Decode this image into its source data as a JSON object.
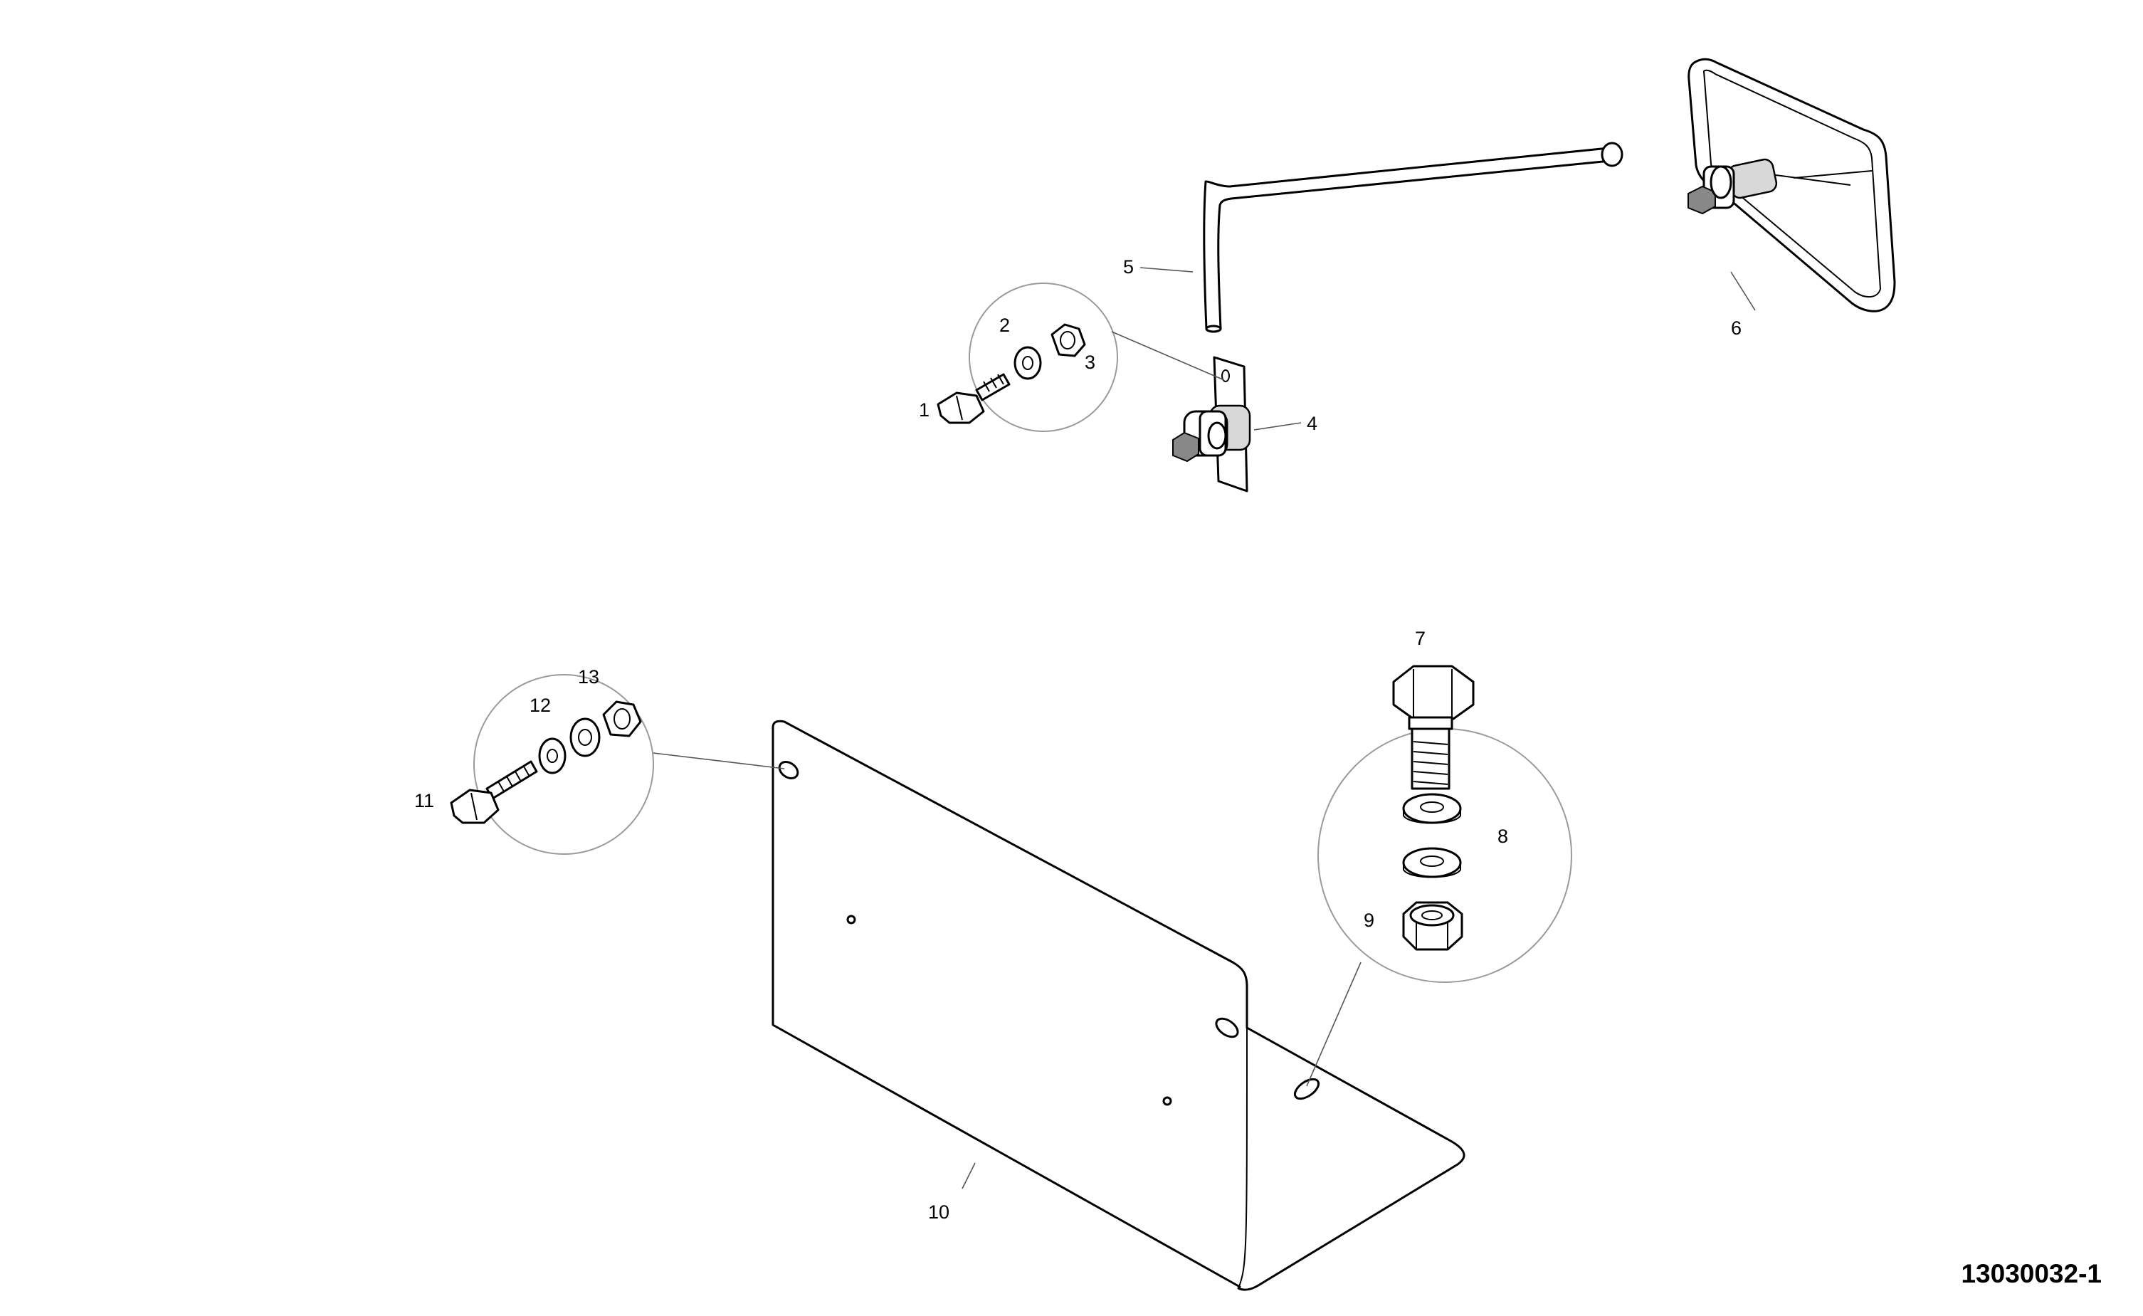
{
  "figure_id": "13030032-1",
  "callouts": {
    "c1": "1",
    "c2": "2",
    "c3": "3",
    "c4": "4",
    "c5": "5",
    "c6": "6",
    "c7": "7",
    "c8": "8",
    "c9": "9",
    "c10": "10",
    "c11": "11",
    "c12": "12",
    "c13": "13"
  }
}
